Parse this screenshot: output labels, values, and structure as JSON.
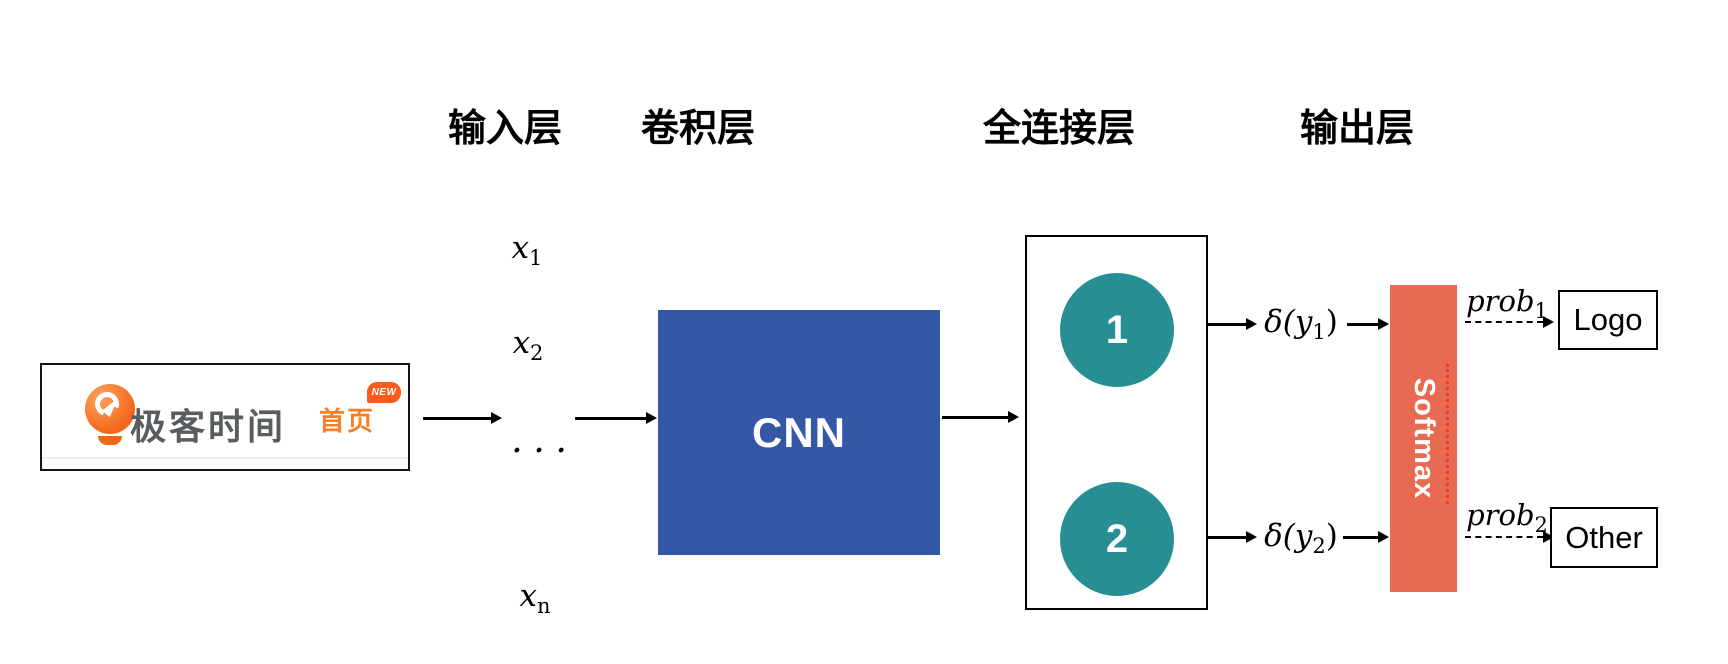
{
  "headers": {
    "input": "输入层",
    "conv": "卷积层",
    "fc": "全连接层",
    "output": "输出层"
  },
  "input_image": {
    "brand": "极客时间",
    "nav_home": "首页",
    "badge": "NEW"
  },
  "input_nodes": {
    "x1_base": "x",
    "x1_sub": "1",
    "x2_base": "x",
    "x2_sub": "2",
    "dots": ". . .",
    "xn_base": "x",
    "xn_sub": "n"
  },
  "cnn": {
    "label": "CNN"
  },
  "fc": {
    "node1": "1",
    "node2": "2"
  },
  "activations": [
    {
      "open": "δ(y",
      "sub": "1",
      "close": ")"
    },
    {
      "open": "δ(y",
      "sub": "2",
      "close": ")"
    }
  ],
  "softmax": {
    "label": "Softmax"
  },
  "probs": [
    {
      "base": "prob",
      "sub": "1"
    },
    {
      "base": "prob",
      "sub": "2"
    }
  ],
  "classes": [
    {
      "label": "Logo"
    },
    {
      "label": "Other"
    }
  ],
  "colors": {
    "cnn-blue": "#3457A6",
    "node-teal": "#278F94",
    "softmax-coral": "#E86A50",
    "dotted-red": "#E73B2B",
    "brand-orange": "#F3671A",
    "nav-orange": "#FA7D28",
    "badge-orange": "#FB5B1E",
    "brand-gray": "#585D60"
  }
}
